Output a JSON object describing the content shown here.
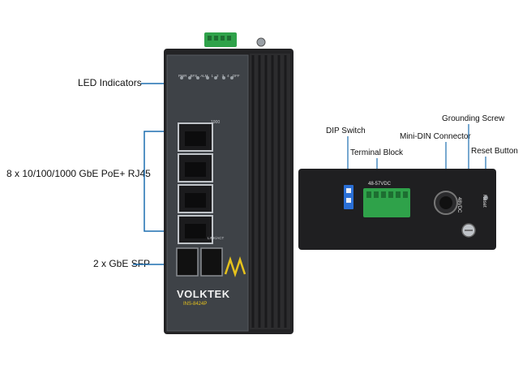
{
  "callouts": {
    "led_indicators": "LED Indicators",
    "poe_ports": "8 x 10/100/1000 GbE PoE+ RJ45",
    "sfp": "2 x GbE SFP",
    "dip_switch": "DIP Switch",
    "terminal_block": "Terminal Block",
    "mini_din": "Mini-DIN Connector",
    "grounding_screw": "Grounding Screw",
    "reset_button": "Reset Button"
  },
  "front_panel": {
    "brand": "VOLKTEK",
    "model": "INS-8424P",
    "led_labels": [
      "PWR",
      "BFS",
      "ALM",
      "1",
      "2",
      "3",
      "4",
      "OFF"
    ],
    "link_label": "LINK/ACT",
    "speed_label": "1000"
  },
  "top_panel": {
    "voltage": "48-57VDC",
    "dc_label": "48VDC",
    "reset_label": "Reset"
  },
  "colors": {
    "callout_line": "#1d6fb0",
    "chassis": "#2a2a2c",
    "panel": "#3e4247",
    "terminal": "#2fa24a",
    "dip": "#2a6fd6"
  }
}
